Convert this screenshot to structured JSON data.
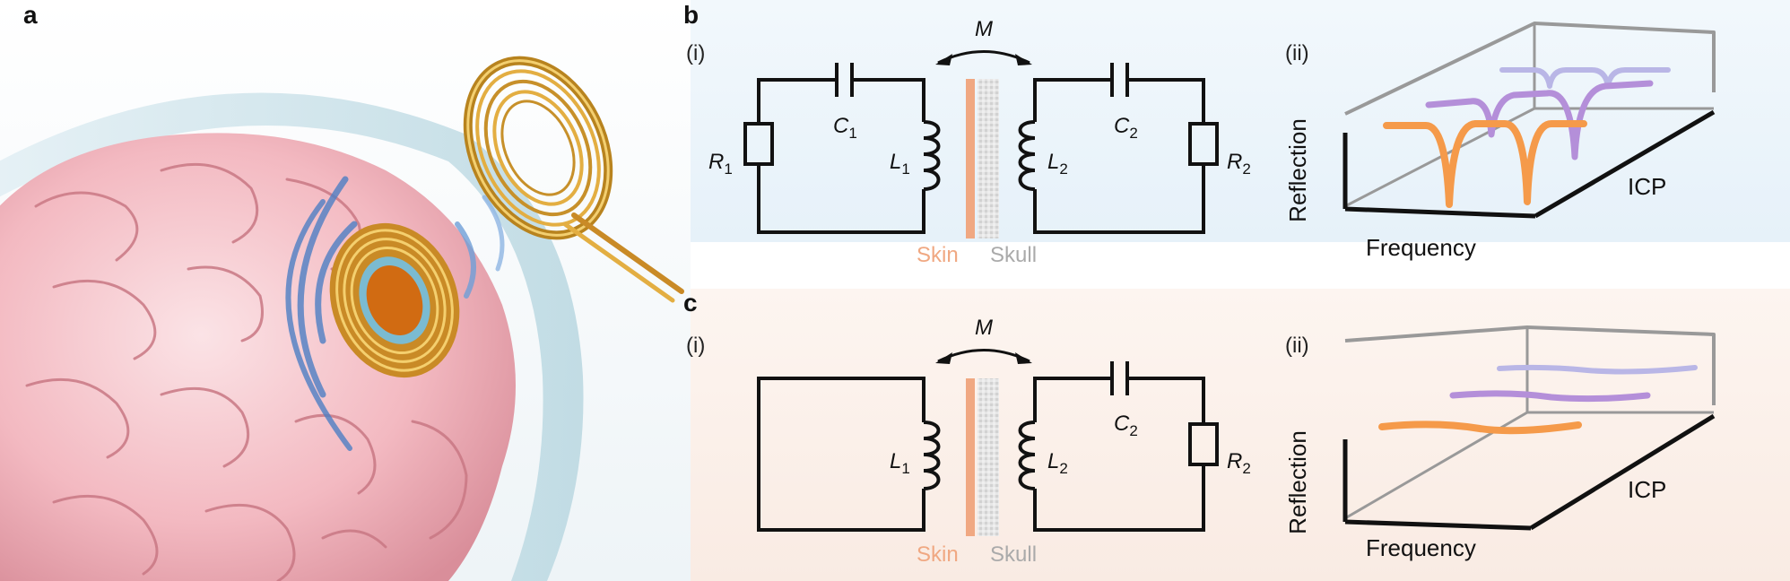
{
  "panels": {
    "a": {
      "label": "a"
    },
    "b": {
      "label": "b",
      "sub_i": "(i)",
      "sub_ii": "(ii)",
      "mutual": "M",
      "C1": "C",
      "C1_sub": "1",
      "C2": "C",
      "C2_sub": "2",
      "L1": "L",
      "L1_sub": "1",
      "L2": "L",
      "L2_sub": "2",
      "R1": "R",
      "R1_sub": "1",
      "R2": "R",
      "R2_sub": "2",
      "skin": "Skin",
      "skull": "Skull",
      "ylabel": "Reflection",
      "xlabel": "Frequency",
      "zlabel": "ICP"
    },
    "c": {
      "label": "c",
      "sub_i": "(i)",
      "sub_ii": "(ii)",
      "mutual": "M",
      "C2": "C",
      "C2_sub": "2",
      "L1": "L",
      "L1_sub": "1",
      "L2": "L",
      "L2_sub": "2",
      "R2": "R",
      "R2_sub": "2",
      "skin": "Skin",
      "skull": "Skull",
      "ylabel": "Reflection",
      "xlabel": "Frequency",
      "zlabel": "ICP"
    }
  },
  "colors": {
    "panel_b_bg": "#eaf3fa",
    "panel_c_bg": "#fbefe8",
    "skin": "#f0a882",
    "skull": "#aaaaaa",
    "curve_orange": "#f59a4a",
    "curve_purple": "#b48fd9",
    "curve_lavender": "#b9b6e6",
    "wave": "#4e7fc4",
    "coil": "#d6a23a",
    "brain": "#f2b3bd"
  },
  "icons": [
    "brain-illustration",
    "implant-coil",
    "external-coil",
    "wireless-waves"
  ]
}
